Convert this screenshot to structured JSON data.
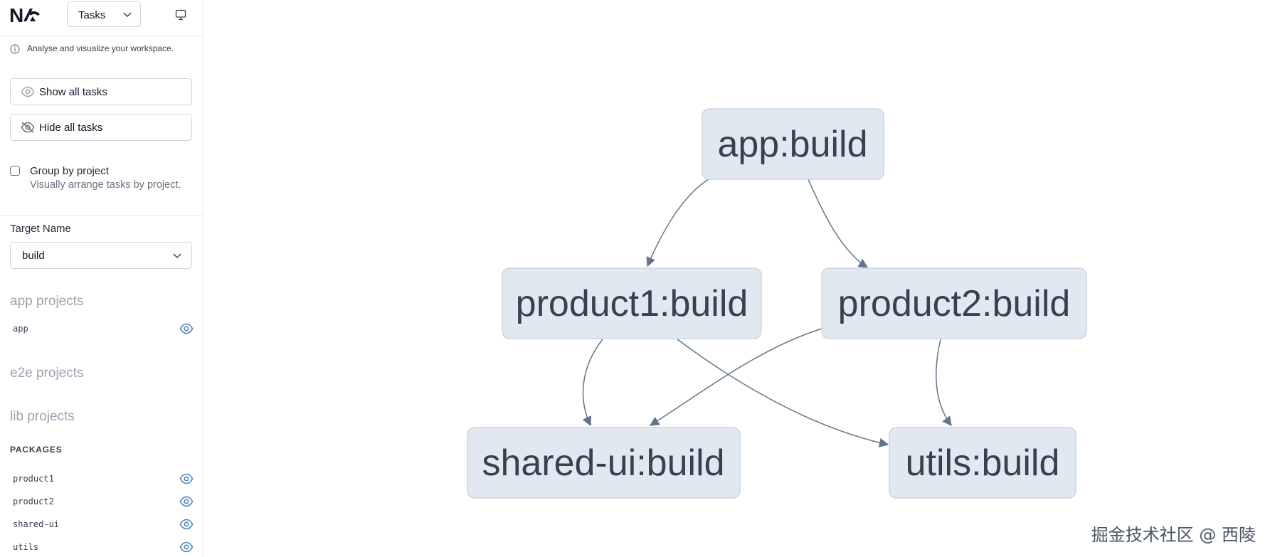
{
  "header": {
    "view_select": "Tasks"
  },
  "sidebar": {
    "hint": "Analyse and visualize your workspace.",
    "show_all": "Show all tasks",
    "hide_all": "Hide all tasks",
    "group_by": {
      "title": "Group by project",
      "description": "Visually arrange tasks by project.",
      "checked": false
    },
    "target": {
      "label": "Target Name",
      "value": "build"
    },
    "sections": {
      "app": "app projects",
      "e2e": "e2e projects",
      "lib": "lib projects",
      "packages": "PACKAGES"
    },
    "app_projects": [
      "app"
    ],
    "packages": [
      "product1",
      "product2",
      "shared-ui",
      "utils"
    ]
  },
  "graph": {
    "nodes": {
      "app": "app:build",
      "product1": "product1:build",
      "product2": "product2:build",
      "shared_ui": "shared-ui:build",
      "utils": "utils:build"
    },
    "edges": [
      [
        "app",
        "product1"
      ],
      [
        "app",
        "product2"
      ],
      [
        "product1",
        "shared_ui"
      ],
      [
        "product1",
        "utils"
      ],
      [
        "product2",
        "shared_ui"
      ],
      [
        "product2",
        "utils"
      ]
    ]
  },
  "watermark": "掘金技术社区 @ 西陵",
  "colors": {
    "node_fill": "#e2e8f0",
    "node_border": "#cbd5e1",
    "edge": "#64748b",
    "eye_icon": "#4b83b8"
  }
}
